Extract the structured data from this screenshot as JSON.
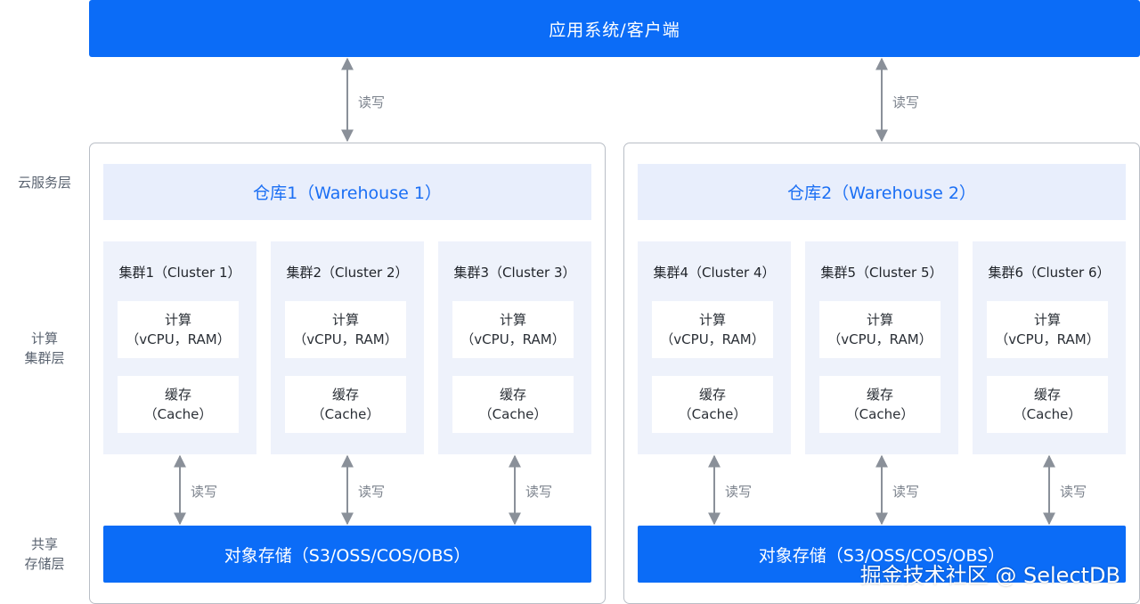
{
  "app_bar": {
    "label": "应用系统/客户端"
  },
  "layers": {
    "service": "云服务层",
    "compute_line1": "计算",
    "compute_line2": "集群层",
    "storage_line1": "共享",
    "storage_line2": "存储层"
  },
  "rw_label": "读写",
  "warehouses": [
    {
      "title": "仓库1（Warehouse 1）",
      "storage": "对象存储（S3/OSS/COS/OBS）",
      "clusters": [
        {
          "title": "集群1（Cluster 1）"
        },
        {
          "title": "集群2（Cluster 2）"
        },
        {
          "title": "集群3（Cluster 3）"
        }
      ]
    },
    {
      "title": "仓库2（Warehouse 2）",
      "storage": "对象存储（S3/OSS/COS/OBS）",
      "clusters": [
        {
          "title": "集群4（Cluster 4）"
        },
        {
          "title": "集群5（Cluster 5）"
        },
        {
          "title": "集群6（Cluster 6）"
        }
      ]
    }
  ],
  "compute": {
    "line1": "计算",
    "line2": "（vCPU，RAM）"
  },
  "cache": {
    "line1": "缓存",
    "line2": "（Cache）"
  },
  "watermark": "掘金技术社区 @ SelectDB",
  "colors": {
    "primary": "#0b6cf7",
    "panel": "#e8eefc",
    "cluster_bg": "#eef2fb",
    "arrow": "#8a9099"
  }
}
